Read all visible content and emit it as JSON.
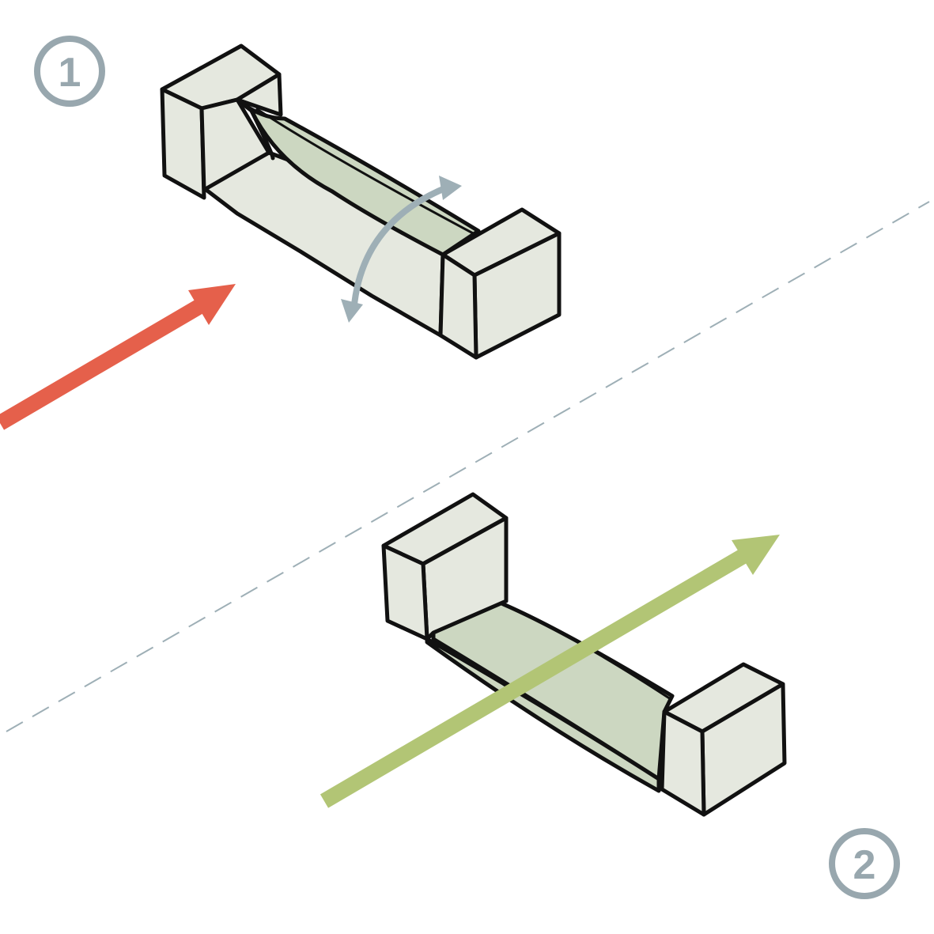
{
  "steps": [
    {
      "label": "1"
    },
    {
      "label": "2"
    }
  ],
  "colors": {
    "background": "#ffffff",
    "step_badge": "#98a7ae",
    "block_fill": "#e5e8df",
    "channel_fill": "#ccd7c1",
    "outline": "#111111",
    "red_arrow": "#e5604b",
    "green_arrow": "#b2c575",
    "rotate_arrow": "#9eafb6",
    "divider": "#9eafb6"
  },
  "icons": {
    "step1_badge": "circled-number-1",
    "step2_badge": "circled-number-2",
    "red_arrow": "straight-arrow-up-right",
    "green_arrow": "straight-arrow-up-right",
    "rotate_arrow": "curved-double-arrow-rotate"
  }
}
